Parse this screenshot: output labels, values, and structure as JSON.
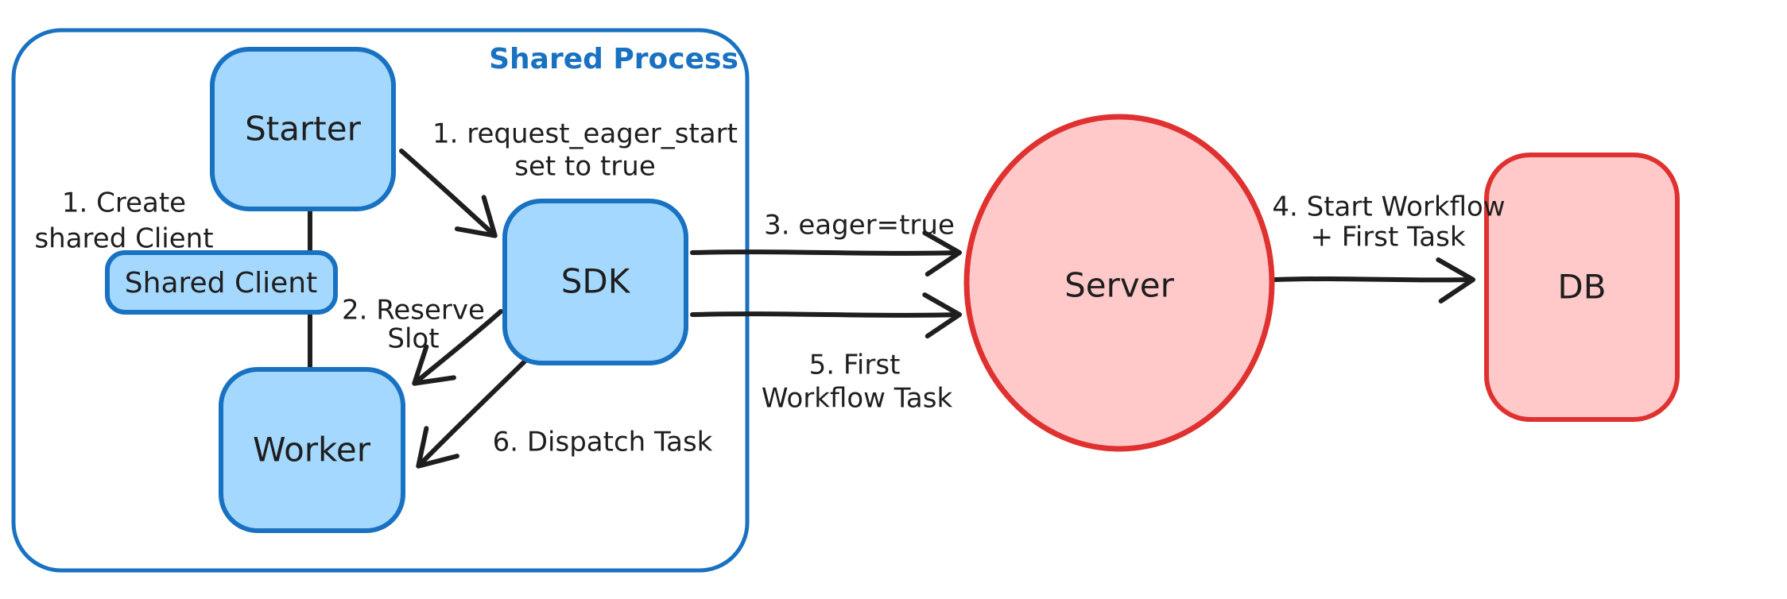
{
  "diagram": {
    "container": {
      "title": "Shared Process"
    },
    "nodes": {
      "starter": {
        "label": "Starter"
      },
      "shared_client": {
        "label": "Shared Client"
      },
      "worker": {
        "label": "Worker"
      },
      "sdk": {
        "label": "SDK"
      },
      "server": {
        "label": "Server"
      },
      "db": {
        "label": "DB"
      }
    },
    "annotations": {
      "create_shared_client": {
        "line1": "1. Create",
        "line2": "shared Client"
      },
      "request_eager_start": {
        "line1": "1. request_eager_start",
        "line2": "set to true"
      },
      "reserve_slot": {
        "line1": "2. Reserve",
        "line2": "Slot"
      },
      "eager_true": {
        "text": "3. eager=true"
      },
      "start_workflow": {
        "line1": "4. Start Workflow",
        "line2": "+ First Task"
      },
      "first_workflow_task": {
        "line1": "5. First",
        "line2": "Workflow Task"
      },
      "dispatch_task": {
        "text": "6. Dispatch Task"
      }
    },
    "colors": {
      "blue_stroke": "#1971c2",
      "blue_fill": "#a5d8ff",
      "red_stroke": "#e03131",
      "red_fill": "#ffc9c9",
      "ink": "#1e1e1e",
      "background": "#ffffff"
    }
  }
}
